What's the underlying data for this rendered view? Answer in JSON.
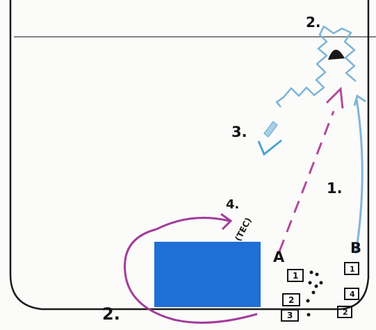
{
  "labels": {
    "step1": "1.",
    "step2_top": "2.",
    "step2_bottom": "2.",
    "step3": "3.",
    "step4": "4.",
    "tec": "(TEC)",
    "point_a": "A",
    "point_b": "B"
  },
  "players_a": [
    "1",
    "2",
    "3"
  ],
  "players_b": [
    "1",
    "4",
    "2"
  ],
  "colors": {
    "paper": "#fbfbf9",
    "ink": "#141414",
    "pitch_box": "#1f6fd6",
    "run_path": "#7fb6d8",
    "pass_path": "#b24a9a",
    "loop_path": "#a23c9a"
  },
  "icons": {
    "ball": "black-ball-icon",
    "cone": "cone-icon",
    "player_marker": "square-player-icon"
  }
}
